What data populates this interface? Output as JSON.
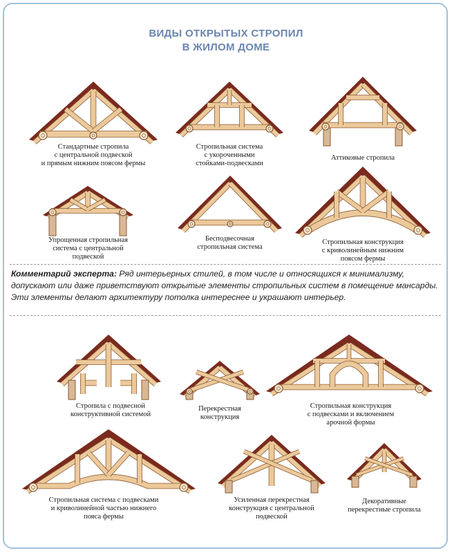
{
  "title": {
    "line1": "ВИДЫ ОТКРЫТЫХ СТРОПИЛ",
    "line2": "В ЖИЛОМ ДОМЕ"
  },
  "colors": {
    "title": "#6a86b0",
    "rafter_dark": "#7a2a1e",
    "timber": "#ecc99a",
    "timber_edge": "#8a5a34",
    "frame": "#9fc3dc"
  },
  "trusses": [
    {
      "id": "standard",
      "caption": [
        "Стандартные стропила",
        "с центральной подвеской",
        "и прямым нижним поясом фермы"
      ]
    },
    {
      "id": "short-posts",
      "caption": [
        "Стропильная система",
        "с укороченными",
        "стойками-подвесками"
      ]
    },
    {
      "id": "attic",
      "caption": [
        "Аттиковые стропила"
      ]
    },
    {
      "id": "simplified",
      "caption": [
        "Упрощенная стропильная",
        "система с центральной",
        "подвеской"
      ]
    },
    {
      "id": "no-hanger",
      "caption": [
        "Беcподвесочная",
        "стропильная система"
      ]
    },
    {
      "id": "curved-chord",
      "caption": [
        "Стропильная конструкция",
        "с криволинейным нижним",
        "поясом фермы"
      ]
    },
    {
      "id": "suspended",
      "caption": [
        "Стропила с подвесной",
        "конструктивной системой"
      ]
    },
    {
      "id": "cross",
      "caption": [
        "Перекрестная",
        "конструкция"
      ]
    },
    {
      "id": "arched",
      "caption": [
        "Стропильная конструкция",
        "с подвесками и включением",
        "арочной формы"
      ]
    },
    {
      "id": "curved-hangers",
      "caption": [
        "Стропильная система с подвесками",
        "и криволинейной частью нижнего",
        "пояса фермы"
      ]
    },
    {
      "id": "reinforced-cross",
      "caption": [
        "Усиленная перекрестная",
        "конструкция с центральной",
        "подвеской"
      ]
    },
    {
      "id": "decorative-cross",
      "caption": [
        "Декоративные",
        "перекрестные стропила"
      ]
    }
  ],
  "comment": {
    "label": "Комментарий эксперта:",
    "text": "Ряд интерьерных стилей, в том числе и относящихся к минимализму, допускают или даже приветствуют открытые элементы стропильных систем в помещение мансарды. Эти элементы делают архитектуру потолка интереснее и украшают интерьер."
  }
}
